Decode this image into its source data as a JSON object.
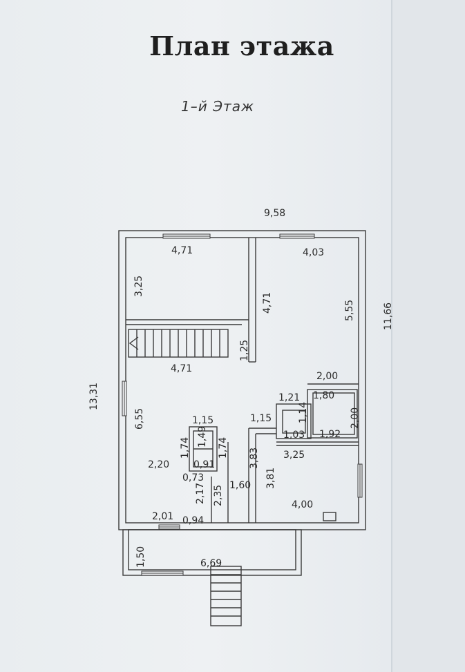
{
  "header": {
    "title": "План этажа",
    "subtitle": "1–й Этаж"
  },
  "dimensions": {
    "overall_width": "9,58",
    "overall_height_right": "11,66",
    "overall_height_left": "13,31",
    "room_tl_width": "4,71",
    "room_tl_height": "3,25",
    "room_tr_width": "4,03",
    "room_tr_height": "5,55",
    "partition_length": "4,71",
    "stair_gap": "1,25",
    "hall_width": "4,71",
    "hall_height": "6,55",
    "bath_top": "2,00",
    "bath_top_small": "1,80",
    "wc_width": "1,21",
    "wc_height": "1,14",
    "bath_width": "1,92",
    "bath_height": "2,00",
    "corridor_a": "1,15",
    "corridor_b": "1,15",
    "wc_bottom": "1,03",
    "kitchen_width": "3,25",
    "closet_a": "1,74",
    "closet_b": "1,74",
    "closet_c": "1,49",
    "closet_d": "0,91",
    "closet_e": "0,73",
    "hall_w2": "2,20",
    "hall_h2": "2,17",
    "corridor_h": "2,35",
    "corridor_w": "1,60",
    "kitchen_h1": "3,83",
    "kitchen_h2": "3,81",
    "kitchen_bottom": "4,00",
    "entry_w": "2,01",
    "entry_door": "0,94",
    "porch_height": "1,50",
    "porch_width": "6,69"
  }
}
